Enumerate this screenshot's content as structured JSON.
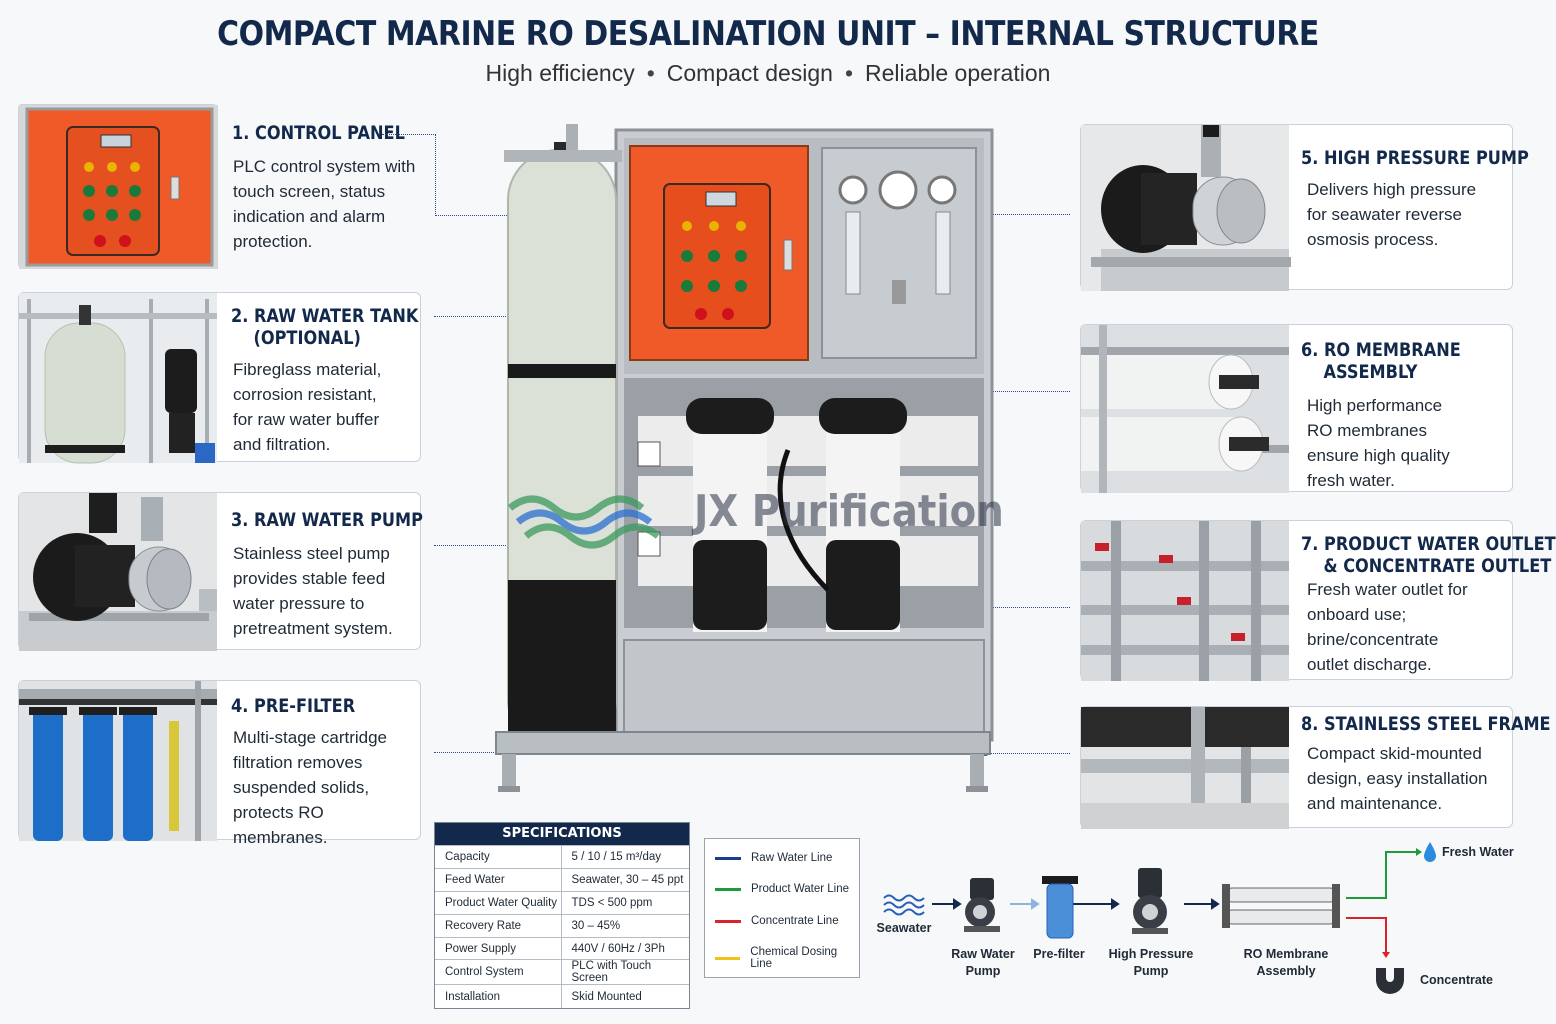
{
  "header": {
    "title": "COMPACT MARINE RO DESALINATION UNIT – INTERNAL STRUCTURE",
    "subtitle_items": [
      "High efficiency",
      "Compact design",
      "Reliable operation"
    ],
    "subtitle_sep": "•"
  },
  "watermark": "JX Purification",
  "components": {
    "c1": {
      "title": "1. CONTROL PANEL",
      "desc": "PLC control system with\ntouch screen, status\nindication and alarm\nprotection."
    },
    "c2": {
      "title": "2. RAW WATER TANK\n    (OPTIONAL)",
      "desc": "Fibreglass material,\ncorrosion resistant,\nfor raw water buffer\nand filtration."
    },
    "c3": {
      "title": "3. RAW WATER PUMP",
      "desc": "Stainless steel pump\nprovides stable feed\nwater pressure to\npretreatment system."
    },
    "c4": {
      "title": "4. PRE-FILTER",
      "desc": "Multi-stage cartridge\nfiltration removes\nsuspended solids,\nprotects RO membranes."
    },
    "c5": {
      "title": "5. HIGH PRESSURE PUMP",
      "desc": "Delivers high pressure\nfor seawater reverse\nosmosis process."
    },
    "c6": {
      "title": "6. RO MEMBRANE\n    ASSEMBLY",
      "desc": "High performance\nRO membranes\nensure high quality\nfresh water."
    },
    "c7": {
      "title": "7. PRODUCT WATER OUTLET\n    & CONCENTRATE OUTLET",
      "desc": "Fresh water outlet for\nonboard use;\nbrine/concentrate\noutlet discharge."
    },
    "c8": {
      "title": "8. STAINLESS STEEL FRAME",
      "desc": "Compact skid-mounted\ndesign, easy installation\nand maintenance."
    }
  },
  "specs": {
    "title": "SPECIFICATIONS",
    "rows": [
      [
        "Capacity",
        "5 / 10 / 15 m³/day"
      ],
      [
        "Feed Water",
        "Seawater, 30 – 45 ppt"
      ],
      [
        "Product Water Quality",
        "TDS < 500 ppm"
      ],
      [
        "Recovery Rate",
        "30 – 45%"
      ],
      [
        "Power Supply",
        "440V / 60Hz / 3Ph"
      ],
      [
        "Control System",
        "PLC with Touch Screen"
      ],
      [
        "Installation",
        "Skid Mounted"
      ]
    ]
  },
  "legend": {
    "items": [
      {
        "label": "Raw Water Line",
        "color": "#1a3e8c"
      },
      {
        "label": "Product Water Line",
        "color": "#1f9a3a"
      },
      {
        "label": "Concentrate Line",
        "color": "#d8232a"
      },
      {
        "label": "Chemical Dosing Line",
        "color": "#f2c21b"
      }
    ]
  },
  "flow": {
    "seawater": "Seawater",
    "raw_pump": "Raw Water\nPump",
    "prefilter": "Pre-filter",
    "hp_pump": "High Pressure\nPump",
    "ro": "RO Membrane\nAssembly",
    "fresh": "Fresh Water",
    "concentrate": "Concentrate"
  },
  "colors": {
    "navy": "#13294b",
    "panel_orange": "#f05a28",
    "accent_blue": "#2c4c86"
  }
}
